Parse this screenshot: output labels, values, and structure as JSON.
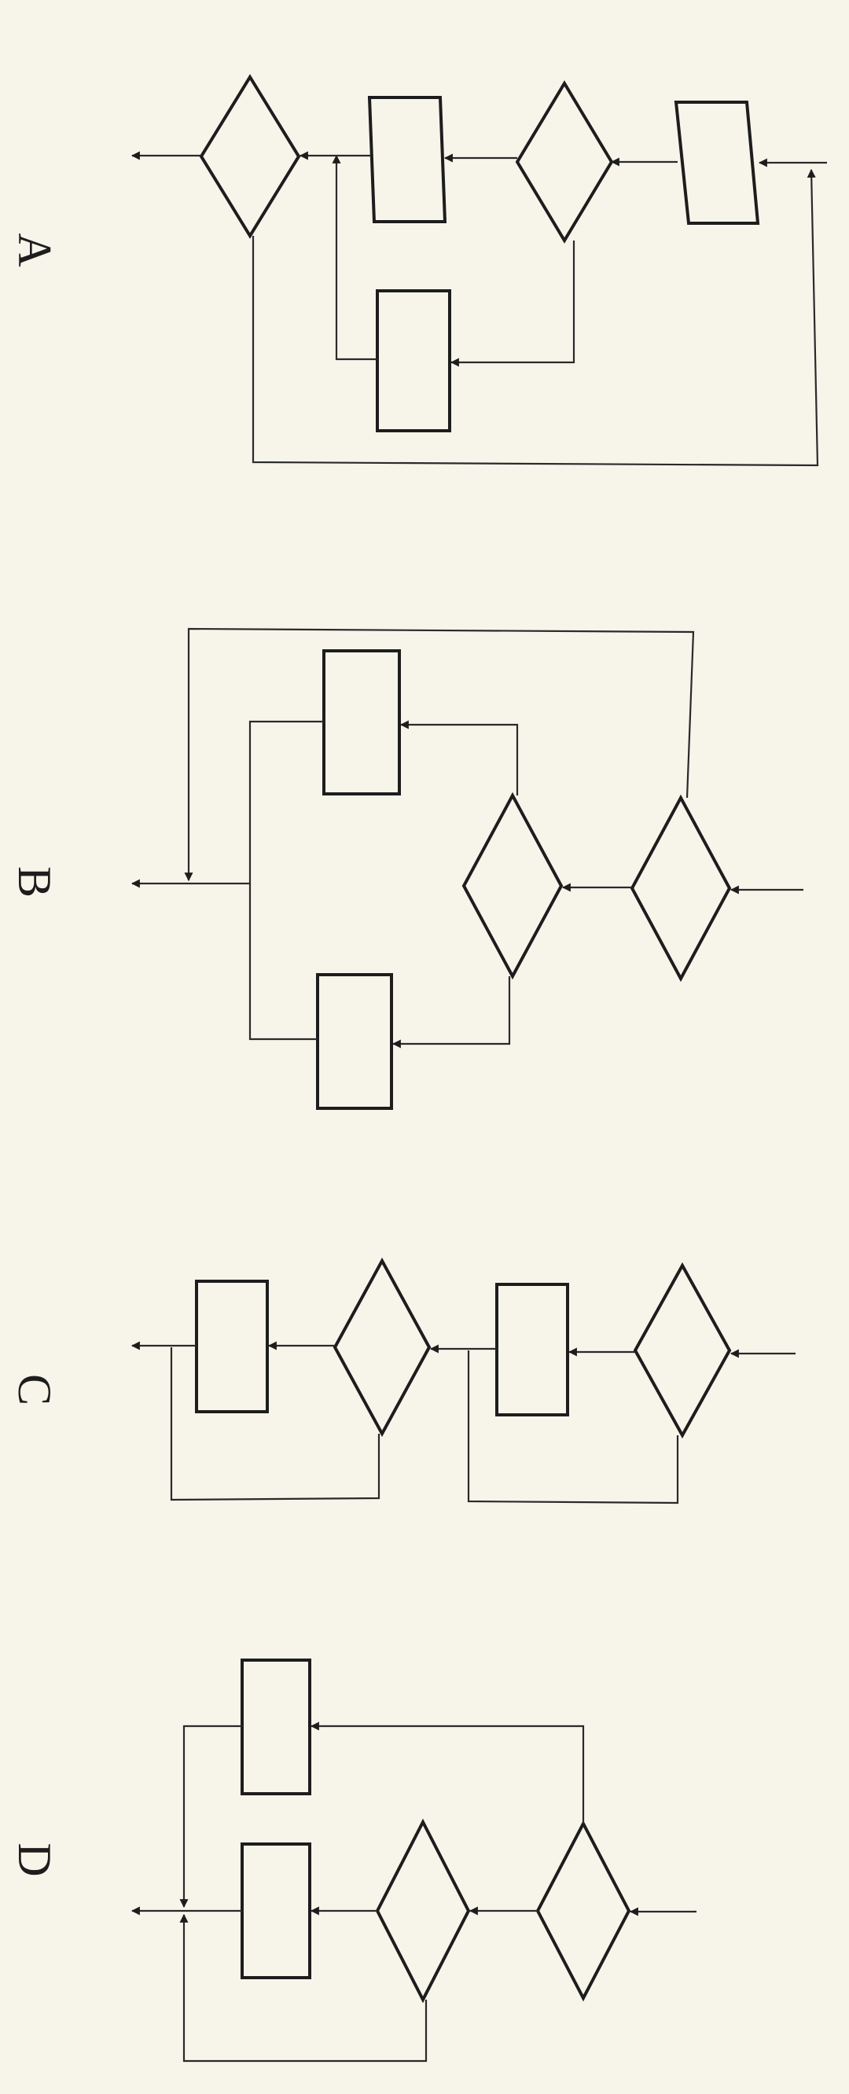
{
  "panels": {
    "a": {
      "label": "A"
    },
    "b": {
      "label": "B"
    },
    "c": {
      "label": "C"
    },
    "d": {
      "label": "D"
    }
  },
  "colors": {
    "background": "#f7f4ea",
    "ink": "#1d1d1d"
  }
}
